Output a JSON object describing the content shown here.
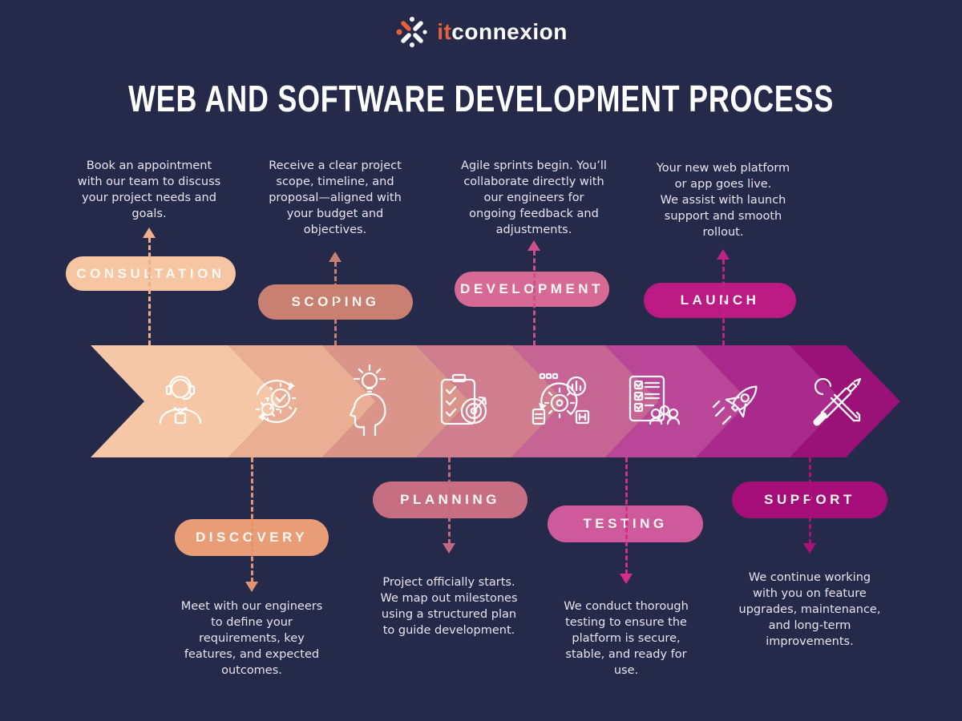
{
  "background_color": "#252a4b",
  "logo": {
    "text_it": "it",
    "text_rest": "connexion",
    "it_color": "#e8613d",
    "icon": "network-x-icon"
  },
  "title": "WEB AND SOFTWARE DEVELOPMENT PROCESS",
  "stages": [
    {
      "label": "CONSULTATION",
      "position": "top",
      "icon": "headset-agent-icon",
      "pill_color": "#f6c6a3",
      "band_color": "#f5c7a7",
      "line_color": "#efae8c",
      "description": "Book an appointment\nwith our team to discuss\nyour project needs and\ngoals."
    },
    {
      "label": "DISCOVERY",
      "position": "bottom",
      "icon": "process-gears-icon",
      "pill_color": "#e99d76",
      "band_color": "#e9ae94",
      "line_color": "#e0946f",
      "description": "Meet with our engineers\nto define your\nrequirements, key\nfeatures, and expected\noutcomes."
    },
    {
      "label": "SCOPING",
      "position": "top",
      "icon": "idea-head-icon",
      "pill_color": "#c97f72",
      "band_color": "#da9489",
      "line_color": "#c97f72",
      "description": "Receive a clear project\nscope, timeline, and\nproposal—aligned with\nyour budget and\nobjectives."
    },
    {
      "label": "PLANNING",
      "position": "bottom",
      "icon": "clipboard-target-icon",
      "pill_color": "#c86e83",
      "band_color": "#d07d8e",
      "line_color": "#c4687e",
      "description": "Project officially starts.\nWe map out milestones\nusing a structured plan\nto guide development."
    },
    {
      "label": "DEVELOPMENT",
      "position": "top",
      "icon": "agile-sprint-icon",
      "pill_color": "#d76a95",
      "band_color": "#c66493",
      "line_color": "#cf4f8d",
      "description": "Agile sprints begin. You’ll\ncollaborate directly with\nour engineers for\nongoing feedback and\nadjustments."
    },
    {
      "label": "TESTING",
      "position": "bottom",
      "icon": "checklist-team-icon",
      "pill_color": "#ce5a9c",
      "band_color": "#b94696",
      "line_color": "#d62d86",
      "description": "We conduct thorough\ntesting to ensure the\nplatform is secure,\nstable, and ready for\nuse."
    },
    {
      "label": "LAUNCH",
      "position": "top",
      "icon": "rocket-icon",
      "pill_color": "#bc1a83",
      "band_color": "#a92a8c",
      "line_color": "#be2386",
      "description": "Your new web platform\nor app goes live.\nWe assist with launch\nsupport and smooth\nrollout."
    },
    {
      "label": "SUPPORT",
      "position": "bottom",
      "icon": "tools-icon",
      "pill_color": "#a50e78",
      "band_color": "#9a1278",
      "line_color": "#ab1179",
      "description": "We continue working\nwith you on feature\nupgrades, maintenance,\nand long-term\nimprovements."
    }
  ]
}
